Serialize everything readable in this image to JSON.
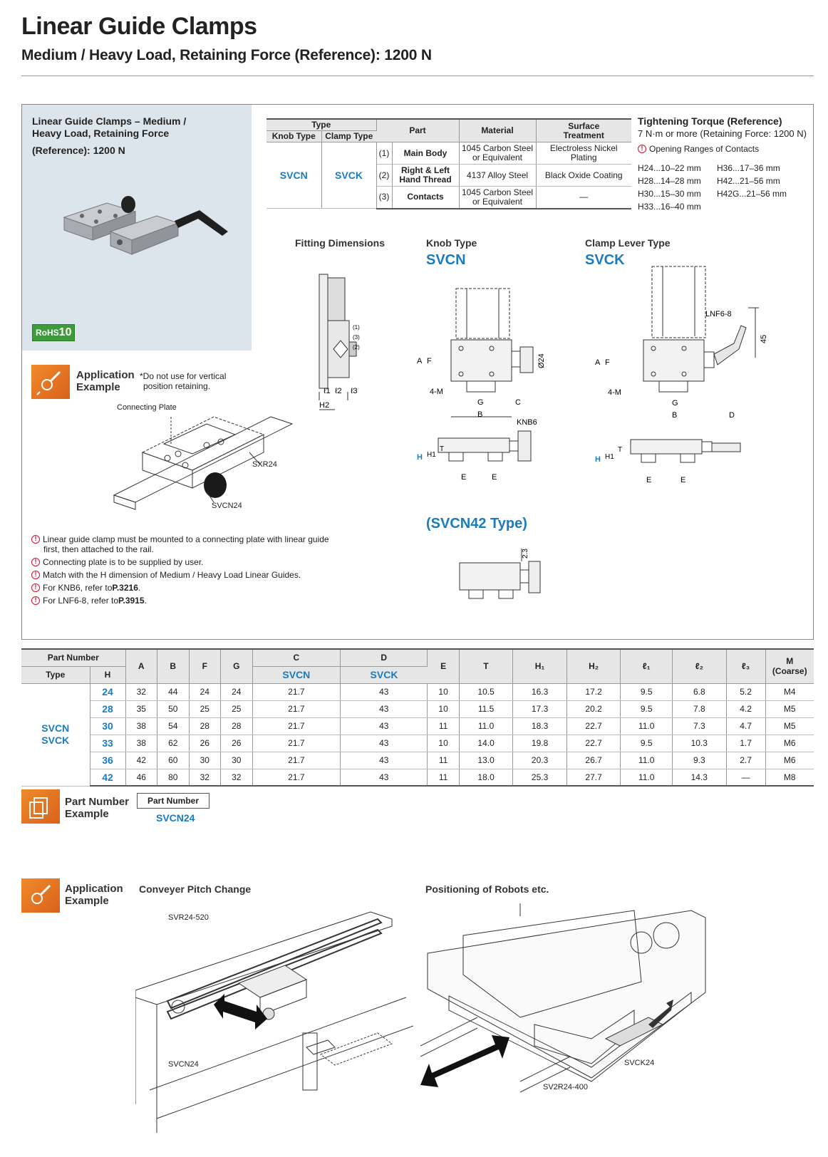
{
  "header": {
    "title": "Linear Guide Clamps",
    "subtitle": "Medium / Heavy Load, Retaining Force (Reference): 1200 N"
  },
  "product": {
    "title_line1": "Linear Guide Clamps – Medium /",
    "title_line2": "Heavy Load, Retaining Force",
    "title_line3": "(Reference): 1200 N",
    "rohs_prefix": "RoHS",
    "rohs_num": "10"
  },
  "application1": {
    "label_line1": "Application",
    "label_line2": "Example",
    "note_line1": "*Do not use for vertical",
    "note_line2": "position retaining.",
    "connecting_plate": "Connecting Plate",
    "sxr": "SXR24",
    "svcn": "SVCN24"
  },
  "notes": [
    "Linear guide clamp must be mounted to a connecting plate with linear guide",
    "first, then attached to the rail.",
    "Connecting plate is to be supplied by user.",
    "Match with the H dimension of Medium / Heavy Load Linear Guides.",
    "For KNB6, refer to ",
    "P.3216",
    "For LNF6-8, refer to ",
    "P.3915"
  ],
  "spec_table": {
    "headers": {
      "type": "Type",
      "knob_type": "Knob Type",
      "clamp_type": "Clamp Type",
      "part": "Part",
      "material": "Material",
      "surface_l1": "Surface",
      "surface_l2": "Treatment"
    },
    "knob_code": "SVCN",
    "clamp_code": "SVCK",
    "rows": [
      {
        "no": "(1)",
        "part": "Main Body",
        "material_l1": "1045 Carbon Steel",
        "material_l2": "or Equivalent",
        "surface": "Electroless Nickel Plating"
      },
      {
        "no": "(2)",
        "part_l1": "Right & Left",
        "part_l2": "Hand Thread",
        "material": "4137 Alloy Steel",
        "surface": "Black Oxide Coating"
      },
      {
        "no": "(3)",
        "part": "Contacts",
        "material_l1": "1045 Carbon Steel",
        "material_l2": "or Equivalent",
        "surface": "—"
      }
    ]
  },
  "torque": {
    "title": "Tightening Torque (Reference)",
    "text": "7 N·m or more (Retaining Force: 1200 N)",
    "opening_label": "Opening Ranges of Contacts",
    "ranges_col1": [
      "H24...10–22 mm",
      "H28...14–28 mm",
      "H30...15–30 mm",
      "H33...16–40 mm"
    ],
    "ranges_col2": [
      "H36...17–36 mm",
      "H42...21–56 mm",
      "H42G...21–56 mm"
    ]
  },
  "drawings": {
    "fitting": "Fitting Dimensions",
    "knob_label": "Knob Type",
    "knob_code": "SVCN",
    "clamp_label": "Clamp Lever Type",
    "clamp_code": "SVCK",
    "svcn42": "(SVCN42 Type)",
    "knb6": "KNB6",
    "lnf": "LNF6-8",
    "dim_45": "45",
    "dim_24": "Ø24",
    "dim_23": "2.3",
    "four_m": "4-M"
  },
  "dim_table": {
    "headers": [
      "A",
      "B",
      "F",
      "G",
      "C",
      "D",
      "E",
      "T",
      "H₁",
      "H₂",
      "ℓ₁",
      "ℓ₂",
      "ℓ₃",
      "M"
    ],
    "part_number": "Part Number",
    "type": "Type",
    "h": "H",
    "c_sub": "SVCN",
    "d_sub": "SVCK",
    "m_sub": "(Coarse)",
    "type_l1": "SVCN",
    "type_l2": "SVCK",
    "rows": [
      {
        "H": "24",
        "A": "32",
        "B": "44",
        "F": "24",
        "G": "24",
        "C": "21.7",
        "D": "43",
        "E": "10",
        "T": "10.5",
        "H1": "16.3",
        "H2": "17.2",
        "l1": "9.5",
        "l2": "6.8",
        "l3": "5.2",
        "M": "M4"
      },
      {
        "H": "28",
        "A": "35",
        "B": "50",
        "F": "25",
        "G": "25",
        "C": "21.7",
        "D": "43",
        "E": "10",
        "T": "11.5",
        "H1": "17.3",
        "H2": "20.2",
        "l1": "9.5",
        "l2": "7.8",
        "l3": "4.2",
        "M": "M5"
      },
      {
        "H": "30",
        "A": "38",
        "B": "54",
        "F": "28",
        "G": "28",
        "C": "21.7",
        "D": "43",
        "E": "11",
        "T": "11.0",
        "H1": "18.3",
        "H2": "22.7",
        "l1": "11.0",
        "l2": "7.3",
        "l3": "4.7",
        "M": "M5"
      },
      {
        "H": "33",
        "A": "38",
        "B": "62",
        "F": "26",
        "G": "26",
        "C": "21.7",
        "D": "43",
        "E": "10",
        "T": "14.0",
        "H1": "19.8",
        "H2": "22.7",
        "l1": "9.5",
        "l2": "10.3",
        "l3": "1.7",
        "M": "M6"
      },
      {
        "H": "36",
        "A": "42",
        "B": "60",
        "F": "30",
        "G": "30",
        "C": "21.7",
        "D": "43",
        "E": "11",
        "T": "13.0",
        "H1": "20.3",
        "H2": "26.7",
        "l1": "11.0",
        "l2": "9.3",
        "l3": "2.7",
        "M": "M6"
      },
      {
        "H": "42",
        "A": "46",
        "B": "80",
        "F": "32",
        "G": "32",
        "C": "21.7",
        "D": "43",
        "E": "11",
        "T": "18.0",
        "H1": "25.3",
        "H2": "27.7",
        "l1": "11.0",
        "l2": "14.3",
        "l3": "—",
        "M": "M8"
      }
    ]
  },
  "part_number_example": {
    "label_l1": "Part Number",
    "label_l2": "Example",
    "box": "Part Number",
    "value": "SVCN24"
  },
  "application2": {
    "label_l1": "Application",
    "label_l2": "Example",
    "conveyer": "Conveyer Pitch Change",
    "robots": "Positioning of Robots etc.",
    "svr": "SVR24-520",
    "svcn": "SVCN24",
    "svck": "SVCK24",
    "sv2r": "SV2R24-400"
  }
}
